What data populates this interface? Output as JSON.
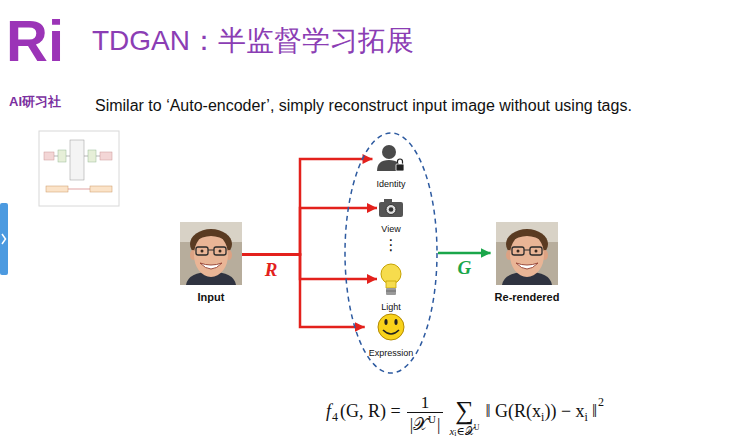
{
  "diagram": {
    "title": "TDGAN：半监督学习拓展",
    "nodes": [
      {
        "text": [
          "Input"
        ]
      },
      {
        "text": [
          "⋮"
        ]
      },
      {
        "text": [
          "Identity"
        ],
        "in": 1
      },
      {
        "text": [
          "View"
        ],
        "in": 1
      },
      {
        "text": [
          "Light"
        ],
        "in": 1
      },
      {
        "text": [
          "Expression"
        ],
        "in": 1
      },
      {
        "text": [
          "Re-rendered"
        ]
      }
    ],
    "edges": [
      {
        "from": 0,
        "to": 2,
        "arrow": "to",
        "label": "R"
      },
      {
        "from": 0,
        "to": 3,
        "arrow": "to"
      },
      {
        "from": 0,
        "to": 4,
        "arrow": "to"
      },
      {
        "from": 0,
        "to": 5,
        "arrow": "to"
      },
      {
        "from": 1,
        "to": 6,
        "arrow": "to",
        "label": "G"
      }
    ],
    "labels": [
      "Ri",
      "AI研习社",
      "Similar to ‘Auto-encoder’, simply reconstruct input image without using tags.",
      "f",
      "4",
      "(G, R) =",
      "1",
      "|𝒳",
      "U",
      "|",
      "∑",
      "x",
      "i",
      "∈𝒳",
      "U",
      "‖ G(R(x",
      "i",
      ")) − x",
      "i",
      "‖",
      "2"
    ]
  }
}
